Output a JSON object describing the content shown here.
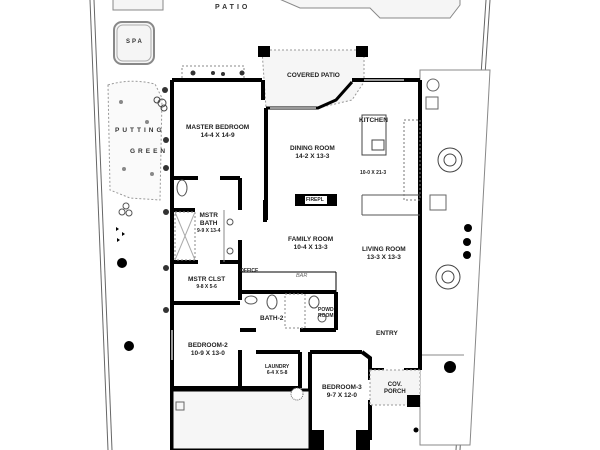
{
  "plan": {
    "colors": {
      "wall": "#000000",
      "line": "#555555",
      "fill": "#f4f4f4",
      "dashed": "#888888"
    },
    "site_labels": {
      "patio": "PATIO",
      "spa": "SPA",
      "putting": "PUTTING",
      "green": "GREEN"
    },
    "rooms": [
      {
        "id": "covered-patio",
        "name": "COVERED PATIO",
        "dim": ""
      },
      {
        "id": "master-bedroom",
        "name": "MASTER BEDROOM",
        "dim": "14-4  X  14-9"
      },
      {
        "id": "dining-room",
        "name": "DINING ROOM",
        "dim": "14-2  X  13-3"
      },
      {
        "id": "kitchen",
        "name": "KITCHEN",
        "dim": "10-0 X 21-3"
      },
      {
        "id": "fireplace",
        "name": "FIREPL",
        "dim": ""
      },
      {
        "id": "mstr-bath",
        "name": "MSTR\nBATH",
        "dim": "9-9 X 13-4"
      },
      {
        "id": "family-room",
        "name": "FAMILY ROOM",
        "dim": "10-4  X  13-3"
      },
      {
        "id": "living-room",
        "name": "LIVING ROOM",
        "dim": "13-3  X  13-3"
      },
      {
        "id": "office",
        "name": "OFFICE",
        "dim": ""
      },
      {
        "id": "bar",
        "name": "BAR",
        "dim": ""
      },
      {
        "id": "mstr-clst",
        "name": "MSTR  CLST",
        "dim": "9-8  X  5-6"
      },
      {
        "id": "bath-2",
        "name": "BATH-2",
        "dim": ""
      },
      {
        "id": "powder-room",
        "name": "POWD\nROOM",
        "dim": ""
      },
      {
        "id": "bedroom-2",
        "name": "BEDROOM-2",
        "dim": "10-9  X 13-0"
      },
      {
        "id": "entry",
        "name": "ENTRY",
        "dim": ""
      },
      {
        "id": "laundry",
        "name": "LAUNDRY",
        "dim": "6-4 X 5-8"
      },
      {
        "id": "bedroom-3",
        "name": "BEDROOM-3",
        "dim": "9-7  X  12-0"
      },
      {
        "id": "cov-porch",
        "name": "COV.\nPORCH",
        "dim": ""
      }
    ]
  }
}
